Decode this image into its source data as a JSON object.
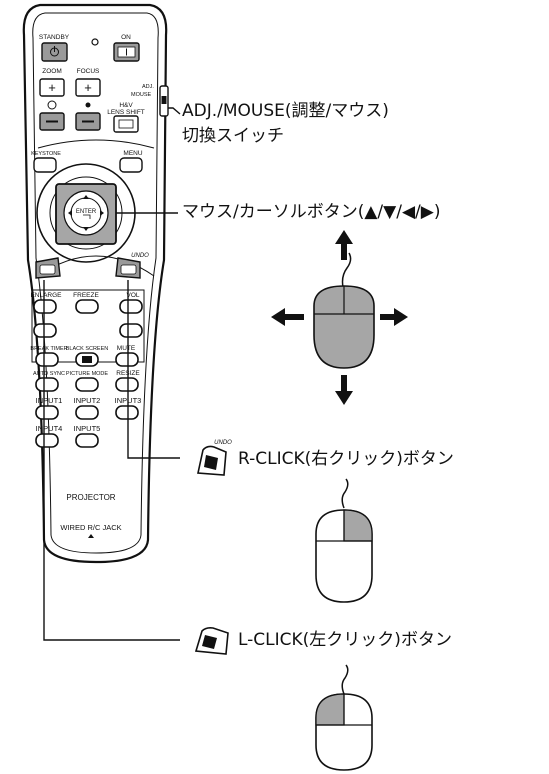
{
  "callouts": {
    "switch_line1": "ADJ./MOUSE(調整/マウス)",
    "switch_line2": "切換スイッチ",
    "mouse_cursor": "マウス/カーソルボタン(▲/▼/◀/▶)",
    "rclick": "R-CLICK(右クリック)ボタン",
    "lclick": "L-CLICK(左クリック)ボタン"
  },
  "remote": {
    "standby": "STANDBY",
    "on": "ON",
    "zoom": "ZOOM",
    "focus": "FOCUS",
    "adj": "ADJ.",
    "mouse": "MOUSE",
    "hv": "H&V",
    "lens_shift": "LENS SHIFT",
    "keystone": "KEYSTONE",
    "menu": "MENU",
    "enter": "ENTER",
    "undo": "UNDO",
    "enlarge": "ENLARGE",
    "freeze": "FREEZE",
    "vol": "VOL",
    "break_timer": "BREAK TIMER",
    "black_screen": "BLACK SCREEN",
    "mute": "MUTE",
    "auto_sync": "AUTO SYNC",
    "picture_mode": "PICTURE MODE",
    "resize": "RESIZE",
    "input1": "INPUT1",
    "input2": "INPUT2",
    "input3": "INPUT3",
    "input4": "INPUT4",
    "input5": "INPUT5",
    "projector": "PROJECTOR",
    "wired_jack": "WIRED R/C JACK",
    "rclick_icon": "UNDO"
  },
  "colors": {
    "body": "#ffffff",
    "outline": "#111111",
    "button_gray": "#9a9a9a",
    "pressed_gray": "#a6a6a6"
  }
}
